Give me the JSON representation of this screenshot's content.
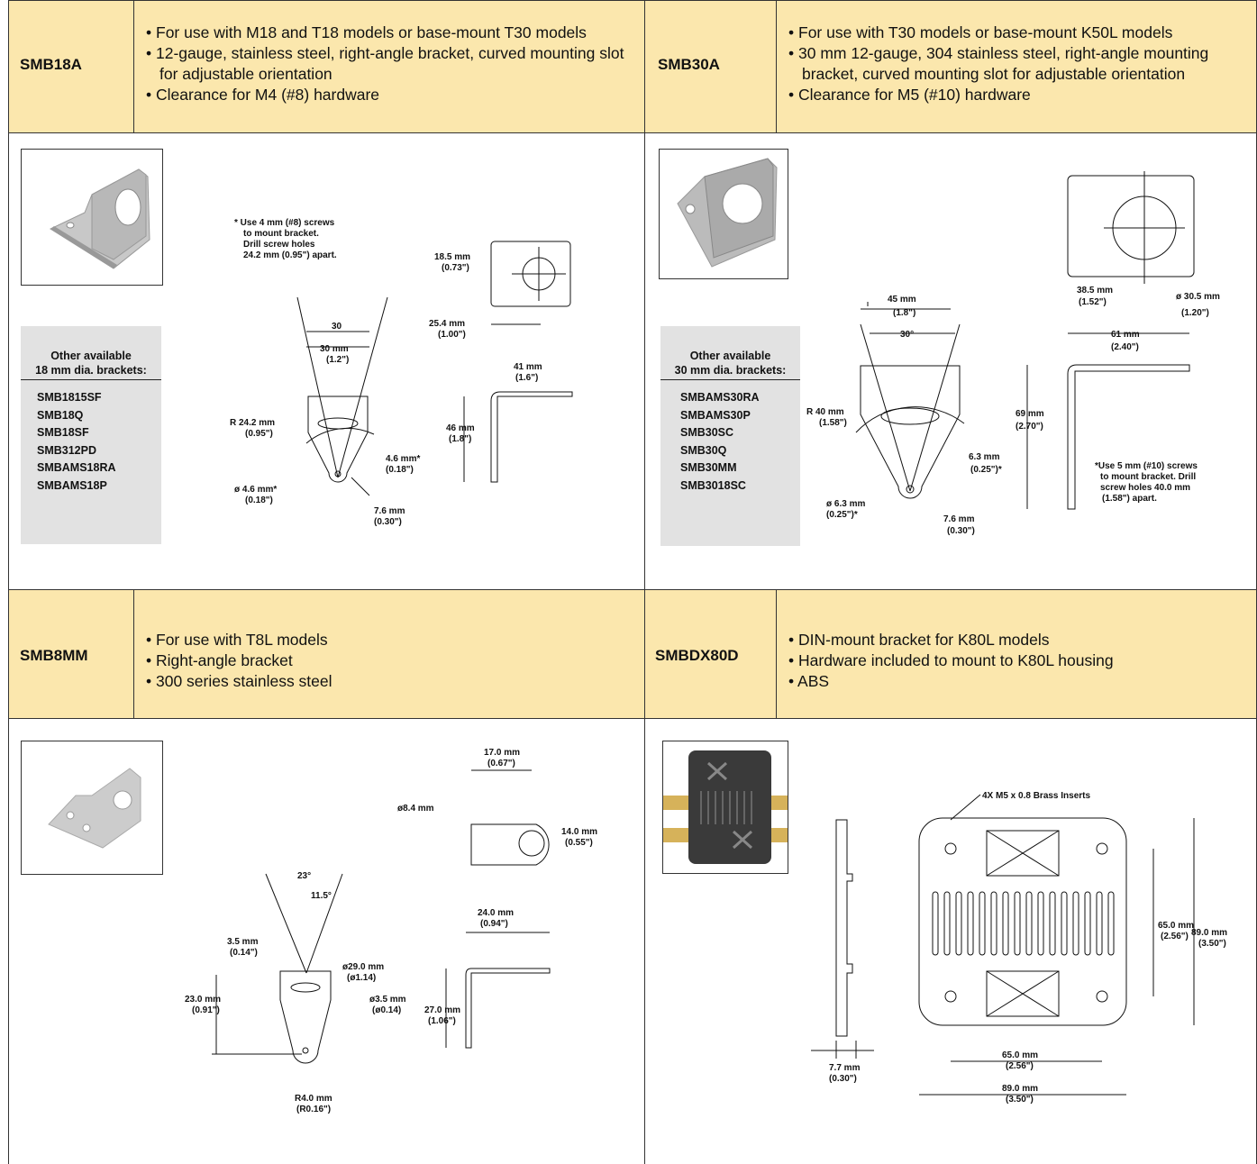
{
  "products": [
    {
      "code": "SMB18A",
      "bullets": [
        "For use with M18 and T18 models or base-mount T30 models",
        "12-gauge, stainless steel, right-angle bracket, curved mounting slot for adjustable orientation",
        "Clearance for M4 (#8) hardware"
      ],
      "other_title": [
        "Other available",
        "18 mm dia. brackets:"
      ],
      "others": [
        "SMB1815SF",
        "SMB18Q",
        "SMB18SF",
        "SMB312PD",
        "SMBAMS18RA",
        "SMBAMS18P"
      ],
      "dims": {
        "note": [
          "* Use 4 mm (#8) screws",
          "to mount bracket.",
          "Drill screw holes",
          "24.2 mm (0.95\") apart."
        ],
        "angle": "30",
        "w": [
          "30 mm",
          "(1.2\")"
        ],
        "r": [
          "R 24.2 mm",
          "(0.95\")"
        ],
        "slot": [
          "4.6 mm*",
          "(0.18\")"
        ],
        "hole": [
          "ø 4.6 mm*",
          "(0.18\")"
        ],
        "h": [
          "7.6 mm",
          "(0.30\")"
        ],
        "d1": [
          "18.5 mm",
          "(0.73\")"
        ],
        "d2": [
          "25.4 mm",
          "(1.00\")"
        ],
        "d3": [
          "41 mm",
          "(1.6\")"
        ],
        "d4": [
          "46 mm",
          "(1.8\")"
        ]
      }
    },
    {
      "code": "SMB30A",
      "bullets": [
        "For use with T30 models or base-mount K50L models",
        "30 mm 12-gauge, 304 stainless steel, right-angle mounting bracket, curved mounting slot for adjustable orientation",
        "Clearance for M5 (#10) hardware"
      ],
      "other_title": [
        "Other available",
        "30 mm dia. brackets:"
      ],
      "others": [
        "SMBAMS30RA",
        "SMBAMS30P",
        "SMB30SC",
        "SMB30Q",
        "SMB30MM",
        "SMB3018SC"
      ],
      "dims": {
        "w": [
          "45 mm",
          "(1.8\")"
        ],
        "angle": "30°",
        "r": [
          "R 40 mm",
          "(1.58\")"
        ],
        "hole": [
          "ø 6.3 mm",
          "(0.25\")*"
        ],
        "slot": [
          "6.3 mm",
          "(0.25\")*"
        ],
        "h": [
          "7.6 mm",
          "(0.30\")"
        ],
        "d1": [
          "38.5 mm",
          "(1.52\")"
        ],
        "d2": [
          "ø 30.5 mm",
          "(1.20\")"
        ],
        "d3": [
          "61 mm",
          "(2.40\")"
        ],
        "d4": [
          "69 mm",
          "(2.70\")"
        ],
        "note": [
          "*Use 5 mm (#10) screws",
          "to mount bracket. Drill",
          "screw holes 40.0 mm",
          "(1.58\") apart."
        ]
      }
    },
    {
      "code": "SMB8MM",
      "bullets": [
        "For use with T8L models",
        "Right-angle bracket",
        "300 series stainless steel"
      ],
      "dims": {
        "d1": [
          "17.0 mm",
          "(0.67\")"
        ],
        "d1b": "ø8.4 mm",
        "d2": [
          "14.0 mm",
          "(0.55\")"
        ],
        "angle": "23°",
        "half": "11.5°",
        "a": [
          "3.5 mm",
          "(0.14\")"
        ],
        "b": [
          "ø29.0 mm",
          "(ø1.14)"
        ],
        "c": [
          "ø3.5 mm",
          "(ø0.14)"
        ],
        "e": [
          "23.0 mm",
          "(0.91\")"
        ],
        "d3": [
          "24.0 mm",
          "(0.94\")"
        ],
        "d4": [
          "27.0 mm",
          "(1.06\")"
        ],
        "r": [
          "R4.0 mm",
          "(R0.16\")"
        ]
      }
    },
    {
      "code": "SMBDX80D",
      "bullets": [
        "DIN-mount bracket for K80L models",
        "Hardware included to mount to K80L housing",
        "ABS"
      ],
      "dims": {
        "inserts": "4X M5 x 0.8 Brass Inserts",
        "v1": [
          "65.0 mm",
          "(2.56\")"
        ],
        "v2": [
          "89.0 mm",
          "(3.50\")"
        ],
        "h1": [
          "65.0 mm",
          "(2.56\")"
        ],
        "h2": [
          "89.0 mm",
          "(3.50\")"
        ],
        "side": [
          "7.7 mm",
          "(0.30\")"
        ]
      }
    }
  ]
}
